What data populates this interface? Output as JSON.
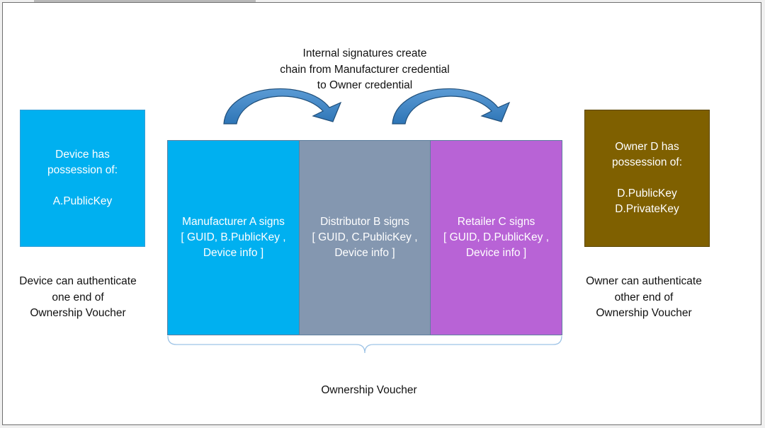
{
  "header": {
    "lines": [
      "Internal signatures create",
      "chain from Manufacturer credential",
      "to Owner credential"
    ]
  },
  "device": {
    "box_lines": [
      "Device has",
      "possession of:",
      "A.PublicKey"
    ],
    "caption_lines": [
      "Device can authenticate",
      "one end of",
      "Ownership Voucher"
    ],
    "color": "#00b0f0"
  },
  "owner": {
    "box_lines": [
      "Owner D  has",
      "possession of:",
      "D.PublicKey",
      "D.PrivateKey"
    ],
    "caption_lines": [
      "Owner can authenticate",
      "other end of",
      "Ownership  Voucher"
    ],
    "color": "#7f6000"
  },
  "voucher": {
    "label": "Ownership Voucher",
    "segments": [
      {
        "lines": [
          "Manufacturer A signs",
          "[ GUID,  B.PublicKey ,",
          "Device info  ]"
        ],
        "color": "#00b0f0"
      },
      {
        "lines": [
          "Distributor B signs",
          "[ GUID,  C.PublicKey ,",
          "Device info  ]"
        ],
        "color": "#8497b0"
      },
      {
        "lines": [
          "Retailer C signs",
          "[ GUID,  D.PublicKey ,",
          "Device info  ]"
        ],
        "color": "#b863d6"
      }
    ]
  },
  "colors": {
    "arrow_fill": "#2e75b6",
    "arrow_stroke": "#1f4e79",
    "brace": "#9dc3e6",
    "border": "#6f6f6f"
  },
  "icons": [
    "curved-arrow-icon",
    "curved-arrow-icon",
    "curly-brace"
  ]
}
